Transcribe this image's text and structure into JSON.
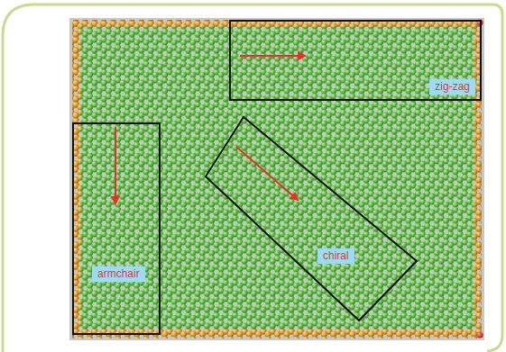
{
  "diagram": {
    "nodes": [
      {
        "text": [
          "zig-zag"
        ]
      },
      {
        "text": [
          "armchair"
        ]
      },
      {
        "text": [
          "chiral"
        ]
      }
    ]
  }
}
